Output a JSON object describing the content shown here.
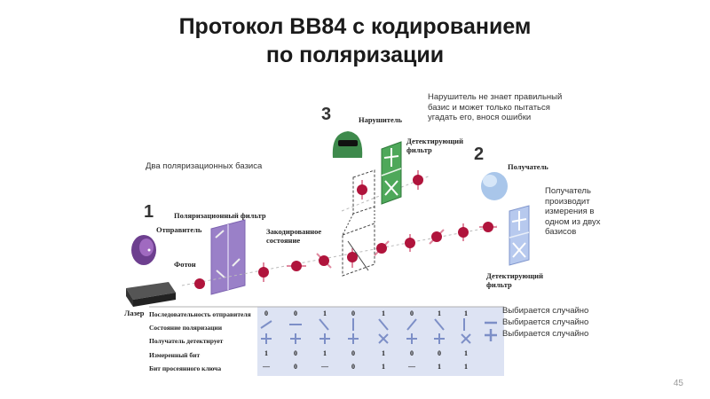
{
  "title_line1": "Протокол BB84 с кодированием",
  "title_line2": "по поляризации",
  "notes": {
    "intruder": "Нарушитель не знает правильный базис и может только пытаться угадать его, внося ошибки",
    "bases": "Два поляризационных базиса",
    "receiver": "Получатель производит измерения в одном из двух базисов"
  },
  "steps": {
    "one": "1",
    "two": "2",
    "three": "3"
  },
  "labels": {
    "intruder": "Нарушитель",
    "detect_filter_top": "Детектирующий фильтр",
    "receiver": "Получатель",
    "polar_filter": "Поляризационный фильтр",
    "sender": "Отправитель",
    "encoded": "Закодированное состояние",
    "photon": "Фотон",
    "laser": "Лазер",
    "detect_filter_bottom": "Детектирующий фильтр"
  },
  "table": {
    "rows": [
      "Последовательность отправителя",
      "Состояние поляризации",
      "Получатель детектирует",
      "Измеренный бит",
      "Бит просеянного ключа"
    ],
    "sender_bits": [
      "0",
      "0",
      "1",
      "0",
      "1",
      "0",
      "1",
      "1"
    ],
    "measured_bits": [
      "1",
      "0",
      "1",
      "0",
      "1",
      "0",
      "0",
      "1"
    ],
    "key_bits": [
      "—",
      "0",
      "—",
      "0",
      "1",
      "—",
      "1",
      "1"
    ]
  },
  "side_notes": [
    "Выбирается случайно",
    "Выбирается случайно",
    "Выбирается случайно"
  ],
  "page_number": "45"
}
